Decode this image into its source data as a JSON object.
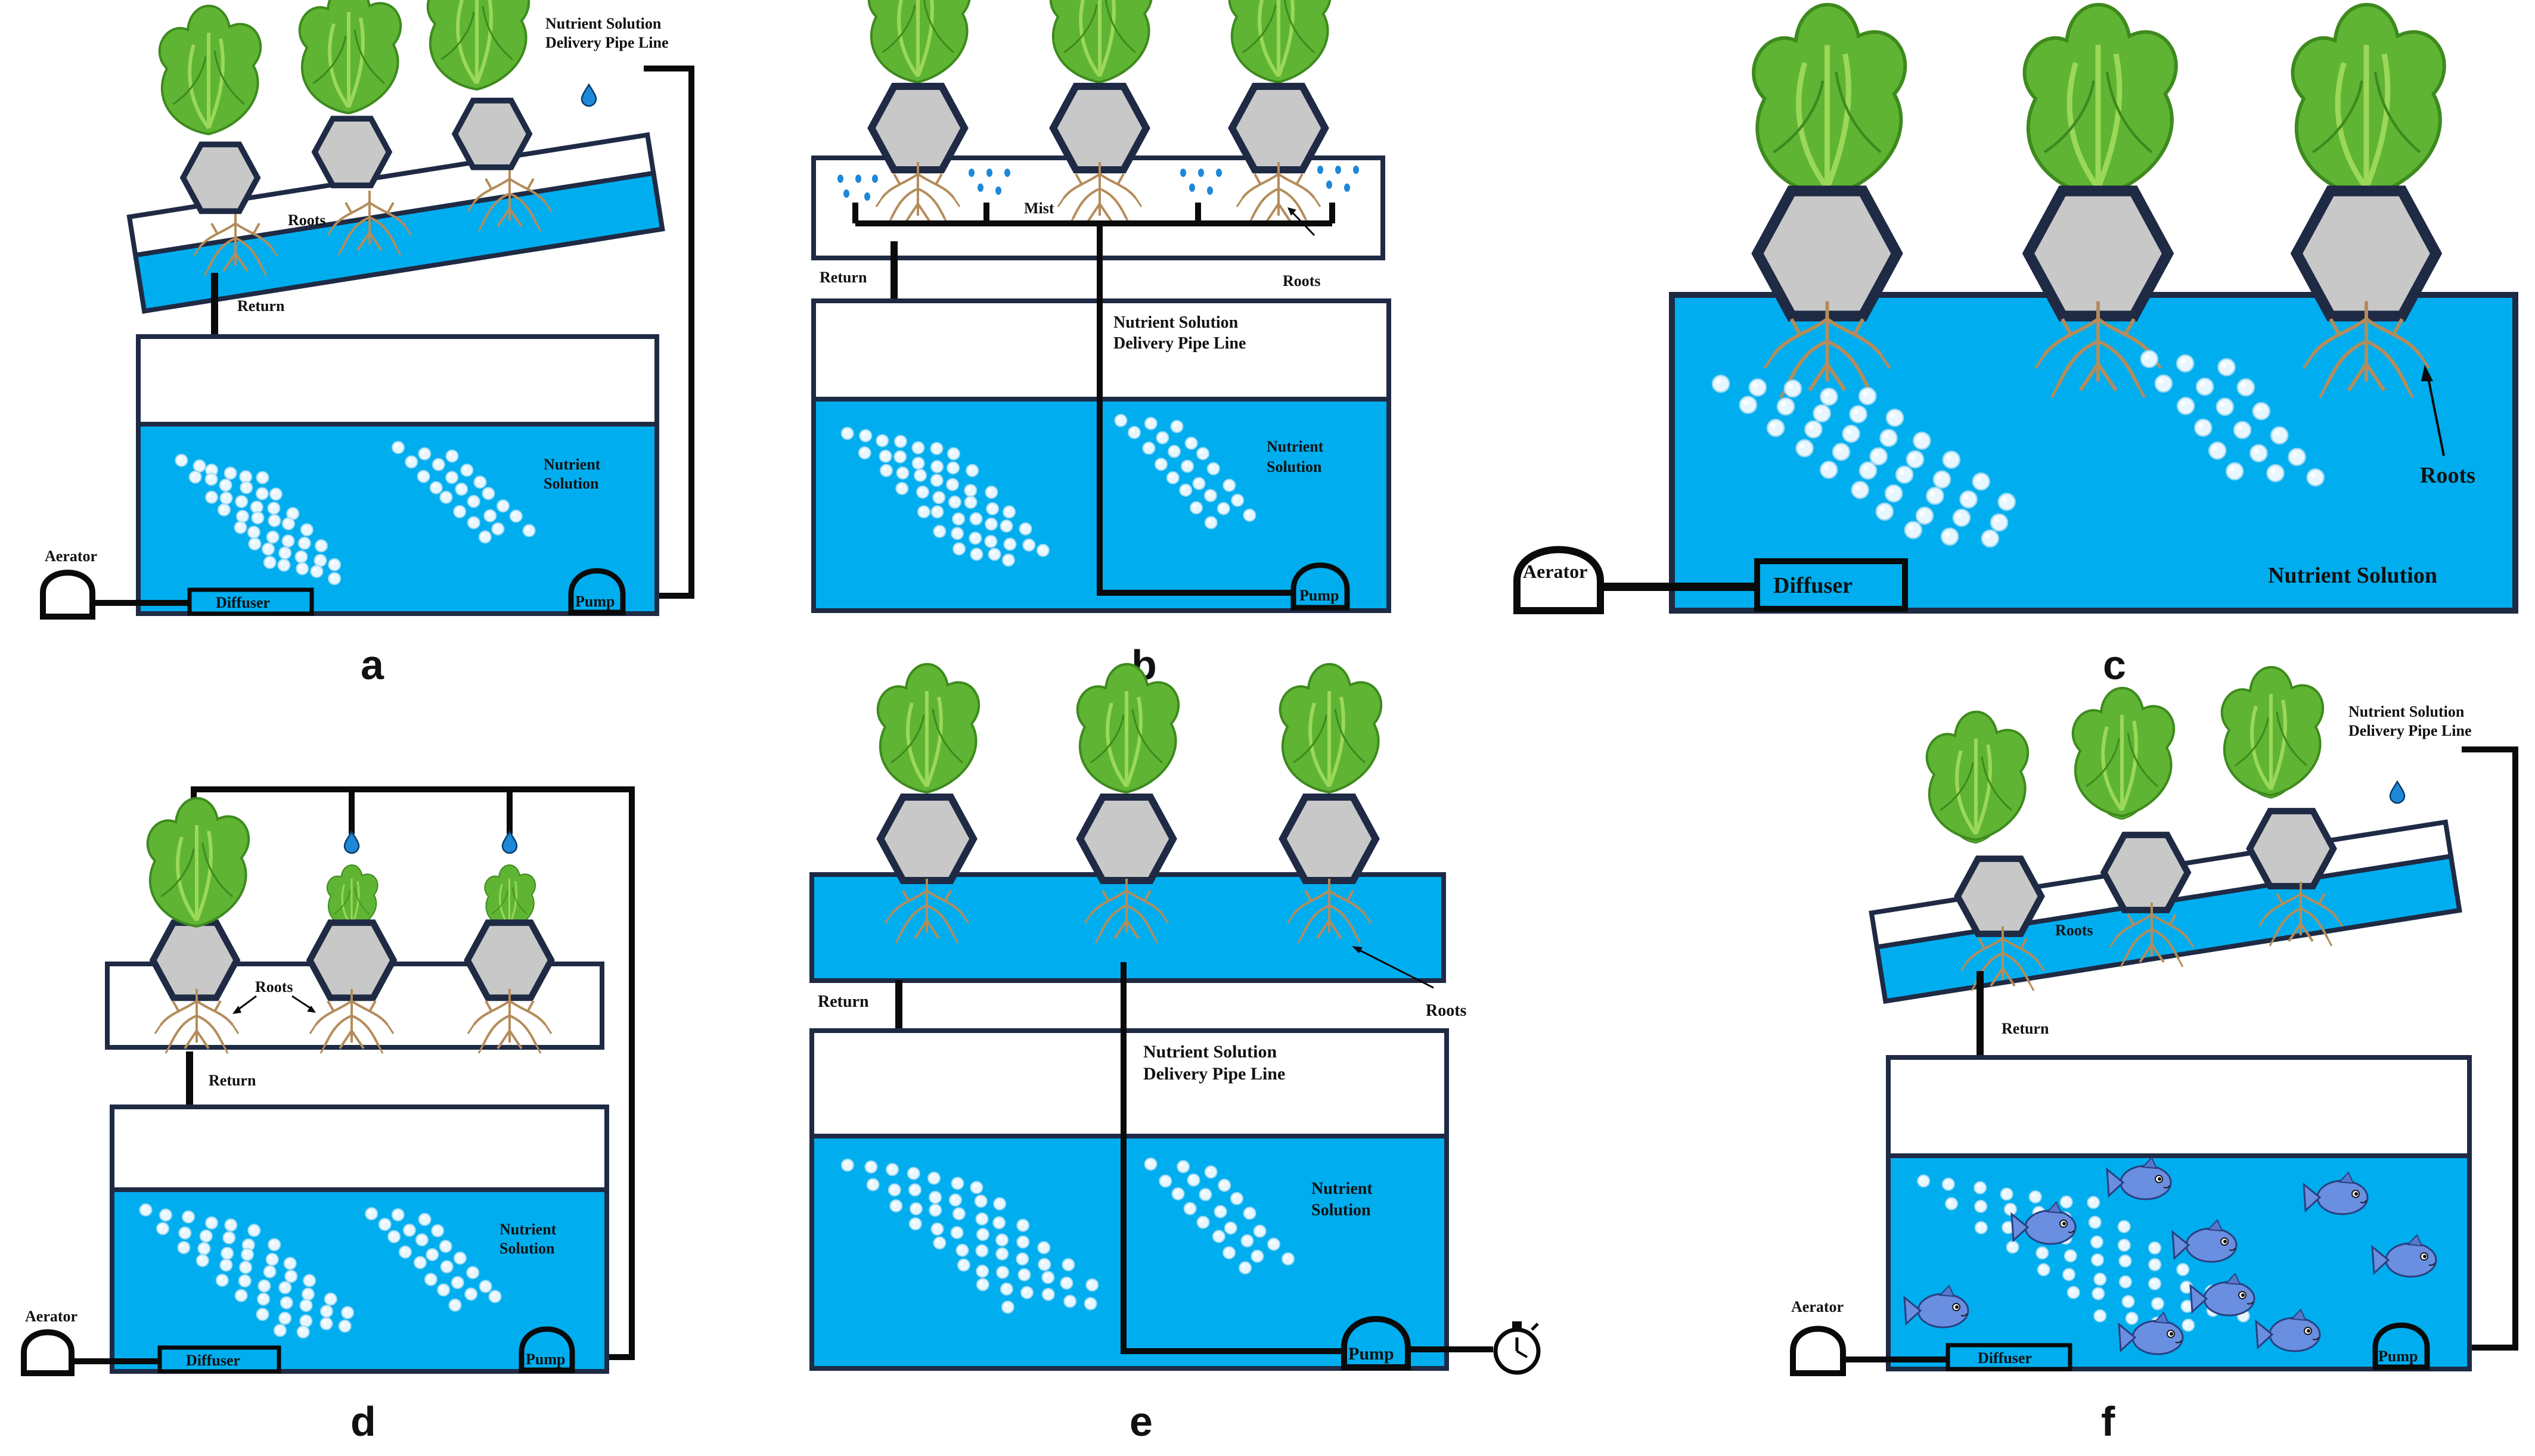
{
  "colors": {
    "water": "#00AEEF",
    "outline": "#1F2A44",
    "pipe": "#0A0A0A",
    "pot": "#C8C8C8",
    "leaf": "#5FB533",
    "leaf_light": "#9BD85A",
    "root": "#B48C5A",
    "fish": "#6A8FE0",
    "bubble": "#E8F7FF"
  },
  "panels": {
    "a": {
      "letter": "a",
      "pipe_label_1": "Nutrient Solution",
      "pipe_label_2": "Delivery Pipe Line",
      "roots": "Roots",
      "return": "Return",
      "nutrient_1": "Nutrient",
      "nutrient_2": "Solution",
      "aerator": "Aerator",
      "diffuser": "Diffuser",
      "pump": "Pump"
    },
    "b": {
      "letter": "b",
      "mist": "Mist",
      "roots": "Roots",
      "return": "Return",
      "pipe_label_1": "Nutrient Solution",
      "pipe_label_2": "Delivery Pipe Line",
      "nutrient_1": "Nutrient",
      "nutrient_2": "Solution",
      "pump": "Pump"
    },
    "c": {
      "letter": "c",
      "roots": "Roots",
      "aerator": "Aerator",
      "diffuser": "Diffuser",
      "nutrient": "Nutrient Solution"
    },
    "d": {
      "letter": "d",
      "roots": "Roots",
      "return": "Return",
      "nutrient_1": "Nutrient",
      "nutrient_2": "Solution",
      "aerator": "Aerator",
      "diffuser": "Diffuser",
      "pump": "Pump"
    },
    "e": {
      "letter": "e",
      "return": "Return",
      "roots": "Roots",
      "pipe_label_1": "Nutrient Solution",
      "pipe_label_2": "Delivery Pipe Line",
      "nutrient_1": "Nutrient",
      "nutrient_2": "Solution",
      "pump": "Pump"
    },
    "f": {
      "letter": "f",
      "pipe_label_1": "Nutrient Solution",
      "pipe_label_2": "Delivery Pipe Line",
      "roots": "Roots",
      "return": "Return",
      "aerator": "Aerator",
      "diffuser": "Diffuser",
      "pump": "Pump"
    }
  }
}
